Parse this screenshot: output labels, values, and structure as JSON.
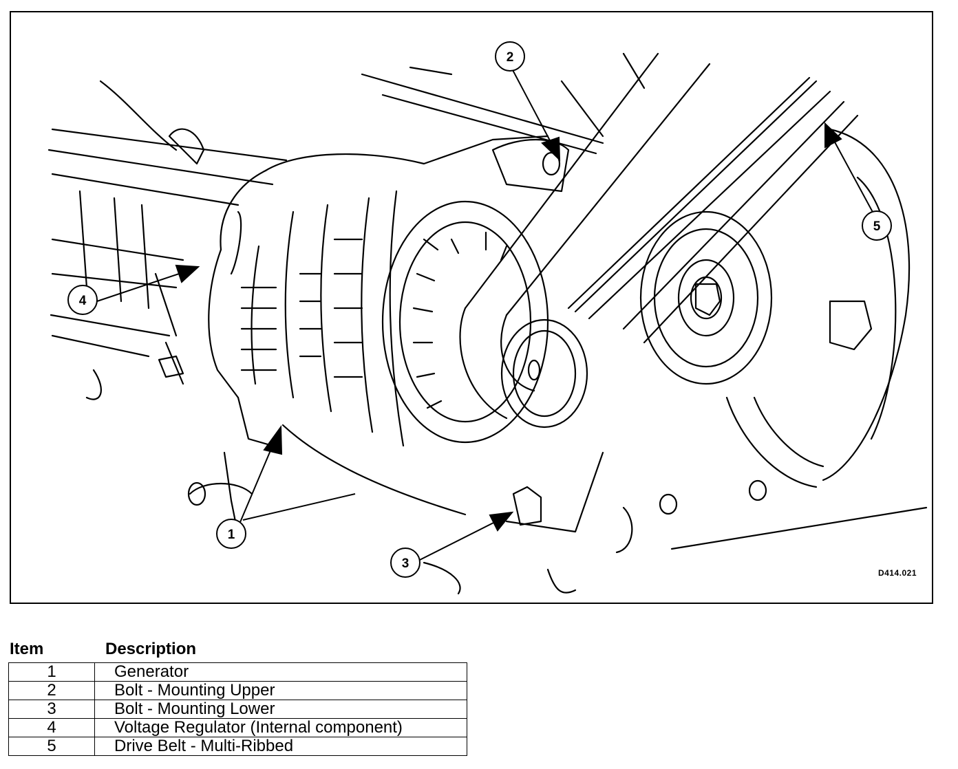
{
  "figure": {
    "code": "D414.021",
    "callouts": [
      "1",
      "2",
      "3",
      "4",
      "5"
    ]
  },
  "legend": {
    "headers": {
      "item": "Item",
      "description": "Description"
    },
    "rows": [
      {
        "item": "1",
        "description": "Generator"
      },
      {
        "item": "2",
        "description": "Bolt - Mounting Upper"
      },
      {
        "item": "3",
        "description": "Bolt - Mounting Lower"
      },
      {
        "item": "4",
        "description": "Voltage Regulator (Internal component)"
      },
      {
        "item": "5",
        "description": "Drive Belt - Multi-Ribbed"
      }
    ]
  }
}
